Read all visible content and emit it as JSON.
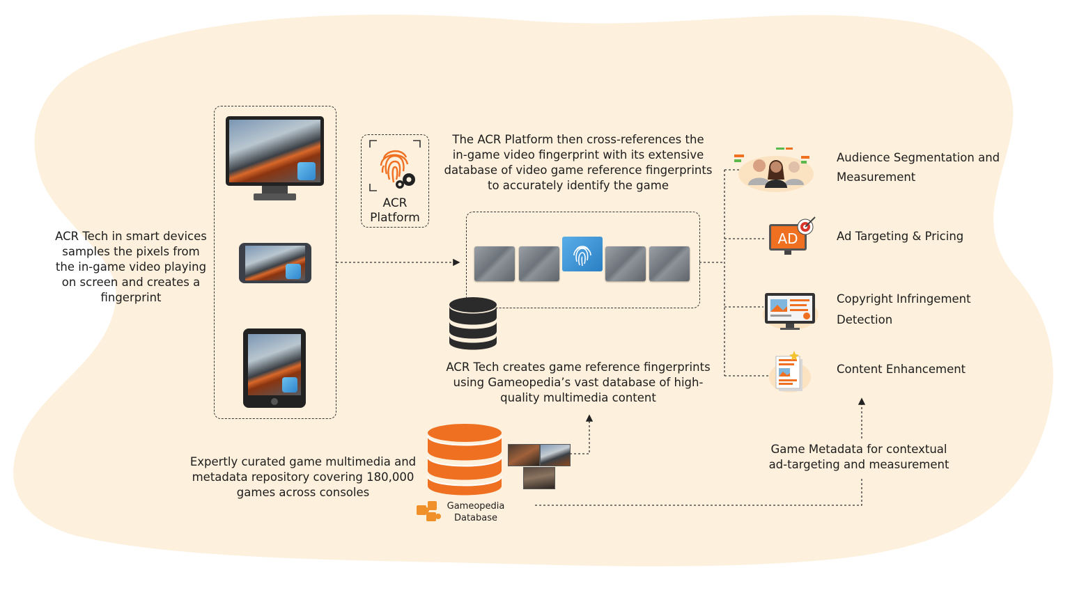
{
  "colors": {
    "blob": "#fdf0dc",
    "accent_orange": "#f07022",
    "fingerprint_blue": "#3a95d8",
    "database_dark": "#2b2b2b",
    "line": "#333333"
  },
  "texts": {
    "smart_devices": [
      "ACR Tech in smart devices",
      "samples the pixels from",
      "the in-game video playing",
      "on screen and creates a",
      "fingerprint"
    ],
    "acr_platform_label": [
      "ACR",
      "Platform"
    ],
    "platform_cross_ref": [
      "The ACR Platform then cross-references the",
      "in-game video fingerprint with its extensive",
      "database of video game reference fingerprints",
      "to accurately identify the game"
    ],
    "reference_fingerprints": [
      "ACR Tech creates game reference fingerprints",
      "using Gameopedia’s vast database of high-",
      "quality multimedia content"
    ],
    "repository": [
      "Expertly curated game multimedia and",
      "metadata repository covering 180,000",
      "games across consoles"
    ],
    "gameopedia_db": [
      "Gameopedia",
      "Database"
    ],
    "game_metadata": [
      "Game Metadata for contextual",
      "ad-targeting and measurement"
    ],
    "outcomes": [
      [
        "Audience Segmentation and",
        "Measurement"
      ],
      [
        "Ad Targeting & Pricing"
      ],
      [
        "Copyright Infringement",
        "Detection"
      ],
      [
        "Content Enhancement"
      ]
    ],
    "ad_badge": "AD"
  },
  "icons": [
    "monitor-icon",
    "phone-icon",
    "tablet-icon",
    "fingerprint-scan-icon",
    "gear-icon",
    "database-icon",
    "puzzle-icon",
    "audience-icon",
    "ad-target-icon",
    "copyright-monitor-icon",
    "content-document-icon"
  ]
}
